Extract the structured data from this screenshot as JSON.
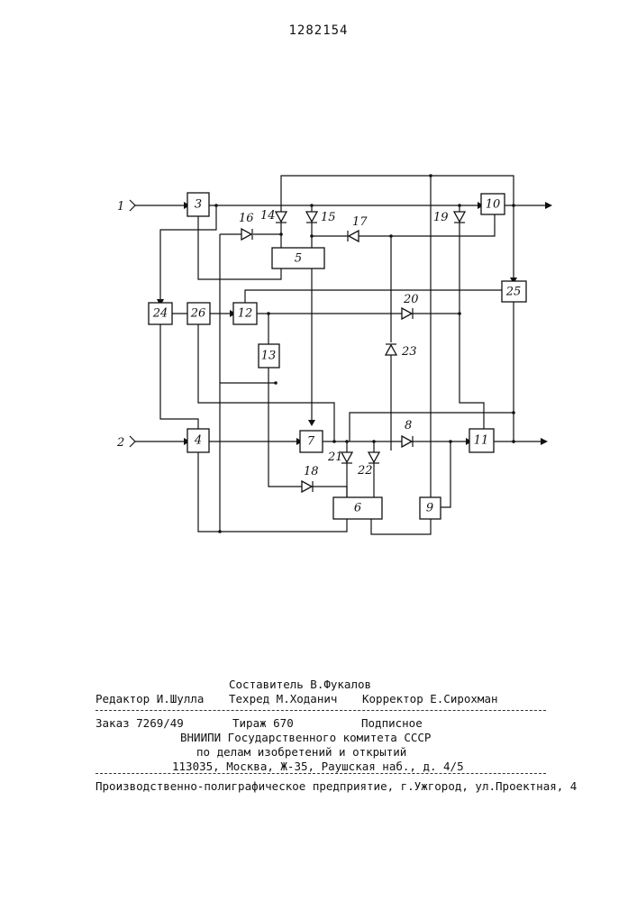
{
  "document": {
    "number": "1282154"
  },
  "diagram": {
    "inputs": [
      "1",
      "2"
    ],
    "blocks": [
      "3",
      "4",
      "5",
      "6",
      "7",
      "9",
      "10",
      "11",
      "12",
      "13",
      "24",
      "25",
      "26"
    ],
    "diodes": [
      "8",
      "14",
      "15",
      "16",
      "17",
      "18",
      "19",
      "20",
      "21",
      "22",
      "23"
    ]
  },
  "imprint": {
    "composer": "Составитель В.Фукалов",
    "editor": "Редактор  И.Шулла",
    "techred": "Техред М.Ходанич",
    "corrector": "Корректор Е.Сирохман",
    "order": "Заказ 7269/49",
    "circulation": "Тираж 670",
    "subscription": "Подписное",
    "org_line1": "ВНИИПИ Государственного комитета СССР",
    "org_line2": "по делам изобретений и открытий",
    "address": "113035, Москва, Ж-35, Раушская наб., д. 4/5",
    "printer": "Производственно-полиграфическое предприятие, г.Ужгород, ул.Проектная, 4"
  }
}
